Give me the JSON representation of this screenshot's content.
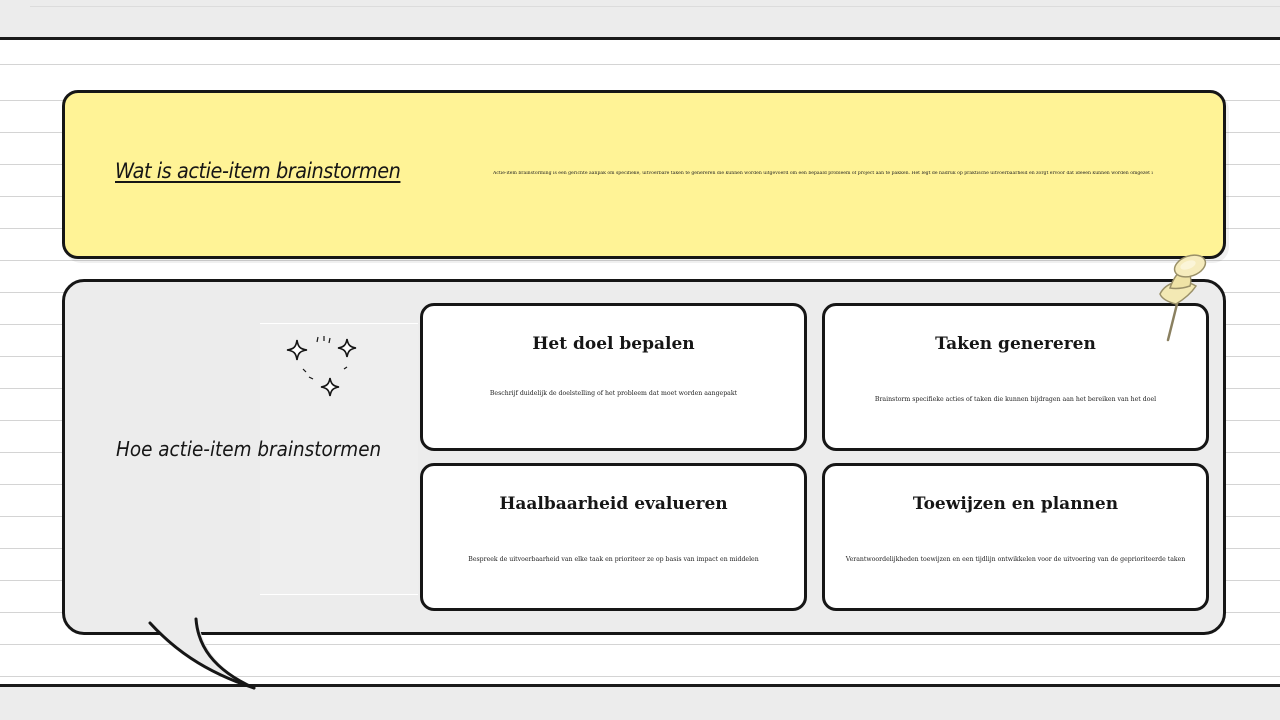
{
  "intro": {
    "title": "Wat is actie-item brainstormen",
    "description": "Actie-item brainstorming is een gerichte aanpak om specifieke, uitvoerbare taken te genereren die kunnen worden uitgevoerd om een bepaald probleem of project aan te pakken. Het legt de nadruk op praktische uitvoerbaarheid en zorgt ervoor dat ideeën kunnen worden omgezet in concrete stappen."
  },
  "how": {
    "title": "Hoe actie-item brainstormen",
    "steps": [
      {
        "title": "Het doel bepalen",
        "description": "Beschrijf duidelijk de doelstelling of het probleem dat moet worden aangepakt"
      },
      {
        "title": "Taken genereren",
        "description": "Brainstorm specifieke acties of taken die kunnen bijdragen aan het bereiken van het doel"
      },
      {
        "title": "Haalbaarheid evalueren",
        "description": "Bespreek de uitvoerbaarheid van elke taak en prioriteer ze op basis van impact en middelen"
      },
      {
        "title": "Toewijzen en plannen",
        "description": "Verantwoordelijkheden toewijzen en een tijdlijn ontwikkelen voor de uitvoering van de geprioriteerde taken"
      }
    ]
  },
  "colors": {
    "highlight": "#fff396",
    "panel": "#ececec",
    "outline": "#161616"
  },
  "icons": [
    "sparkles-icon",
    "pushpin-icon"
  ]
}
